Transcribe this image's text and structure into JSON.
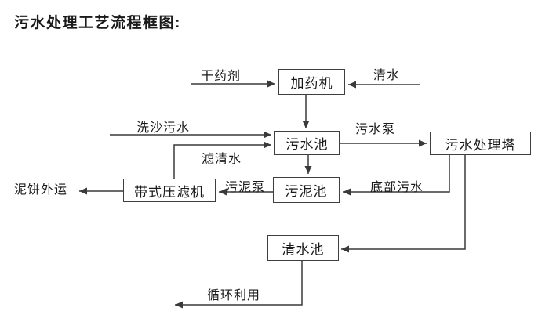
{
  "title": "污水处理工艺流程框图:",
  "nodes": {
    "dosing_machine": "加药机",
    "sewage_pool": "污水池",
    "treatment_tower": "污水处理塔",
    "belt_filter_press": "带式压滤机",
    "sludge_pool": "污泥池",
    "clean_water_pool": "清水池"
  },
  "edge_labels": {
    "dry_chemical": "干药剂",
    "clean_water": "清水",
    "sand_washing_sewage": "洗沙污水",
    "filtered_water": "滤清水",
    "sewage_pump": "污水泵",
    "bottom_sewage": "底部污水",
    "sludge_pump": "污泥泵",
    "mud_cake_out": "泥饼外运",
    "recycle": "循环利用"
  },
  "colors": {
    "line": "#3a3a3a",
    "text": "#1a1a1a",
    "background": "#ffffff"
  }
}
